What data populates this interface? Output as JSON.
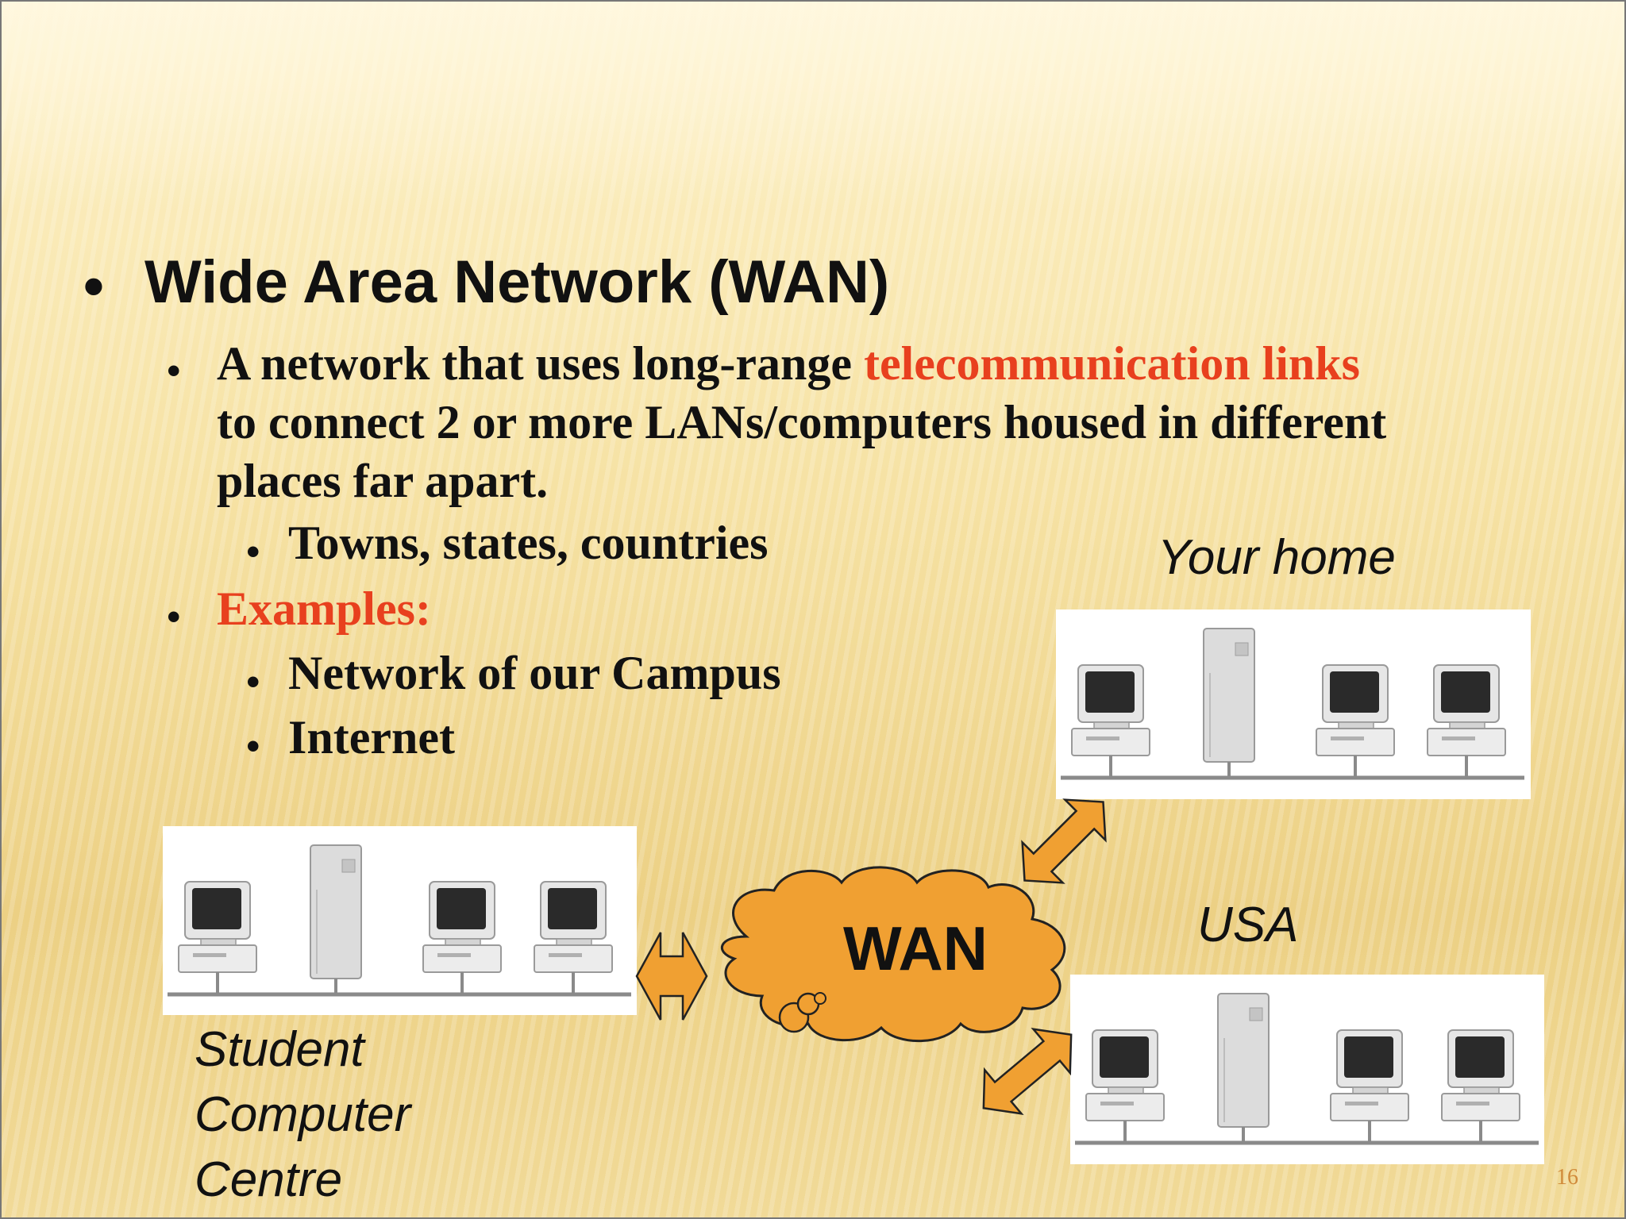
{
  "title": "Wide Area Network (WAN)",
  "bullet_glyph": "•",
  "definition": {
    "line1_pre": "A network that uses long-range ",
    "line1_highlight": "telecommunication links",
    "line2": "to connect 2 or more LANs/computers housed in different",
    "line3": "places far apart."
  },
  "places": "Towns, states, countries",
  "examples_heading": "Examples:",
  "examples": [
    "Network of our Campus",
    "Internet"
  ],
  "diagram": {
    "cloud_label": "WAN",
    "home_label": "Your home",
    "usa_label": "USA",
    "scc_label_lines": [
      "Student",
      "Computer",
      "Centre"
    ]
  },
  "colors": {
    "highlight": "#e8401e",
    "cloud": "#f0a032",
    "arrow": "#f0a032"
  },
  "icons": [
    "computer-icon",
    "server-tower-icon",
    "double-arrow-icon",
    "cloud-icon"
  ],
  "page_number": "16"
}
